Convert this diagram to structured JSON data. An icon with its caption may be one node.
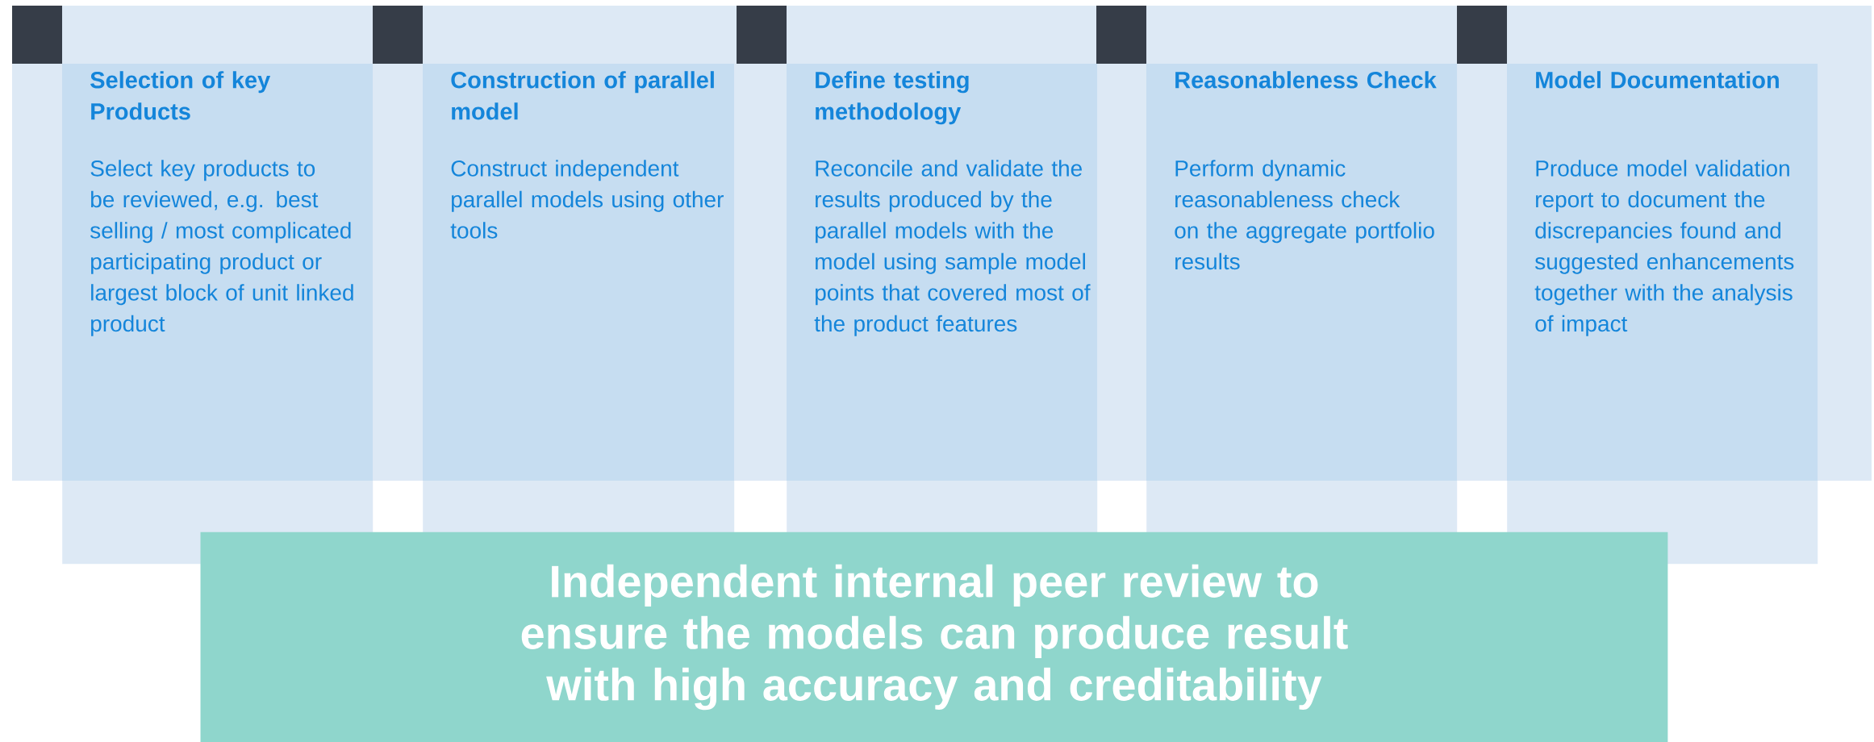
{
  "diagram": {
    "nodes": [
      {
        "text": [
          "Selection of key Products",
          "Select key products to be reviewed, e.g. best selling / most complicated participating product or largest block of unit linked product"
        ]
      },
      {
        "text": [
          "Construction of parallel model",
          "Construct independent parallel models using other tools"
        ]
      },
      {
        "text": [
          "Define testing methodology",
          "Reconcile and validate the results produced by the parallel models with the model using sample model points that covered most of the product features"
        ]
      },
      {
        "text": [
          "Reasonableness Check",
          "Perform dynamic reasonableness check on the aggregate portfolio results"
        ]
      },
      {
        "text": [
          "Model Documentation",
          "Produce model validation report to document the discrepancies found and suggested enhancements together with the analysis of impact"
        ]
      },
      {
        "text": [
          "Independent internal peer review to ensure the models can produce result with high accuracy and creditability"
        ]
      }
    ]
  }
}
